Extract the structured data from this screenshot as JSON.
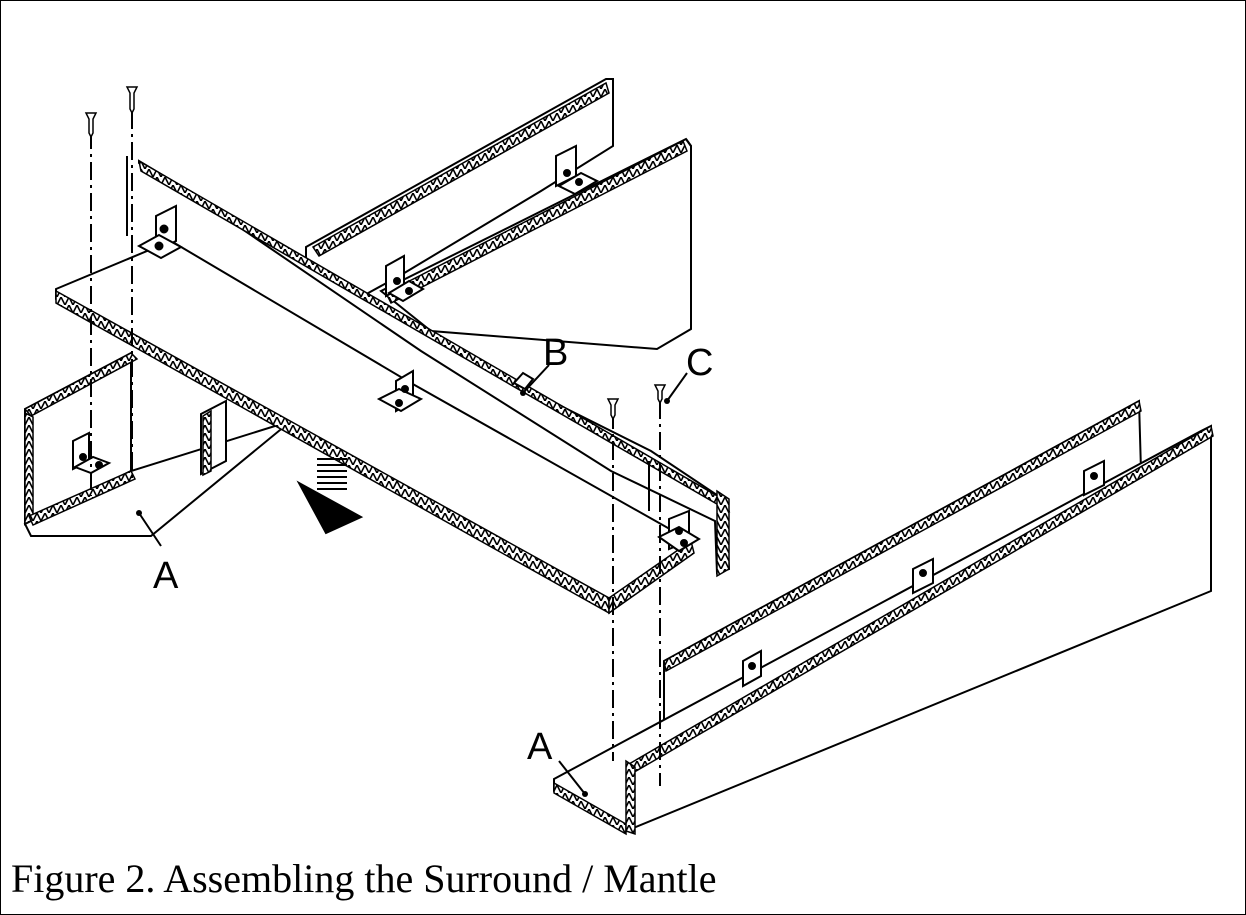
{
  "figure": {
    "caption": "Figure 2. Assembling the Surround / Mantle",
    "callouts": {
      "a_left": "A",
      "a_right": "A",
      "b": "B",
      "c": "C"
    },
    "parts": [
      "top-left-leg-frame",
      "mantle-top-board",
      "upper-back-frame",
      "right-leg-frame"
    ],
    "colors": {
      "ink": "#000000",
      "paper": "#ffffff",
      "edge_banding": "#111111"
    }
  }
}
